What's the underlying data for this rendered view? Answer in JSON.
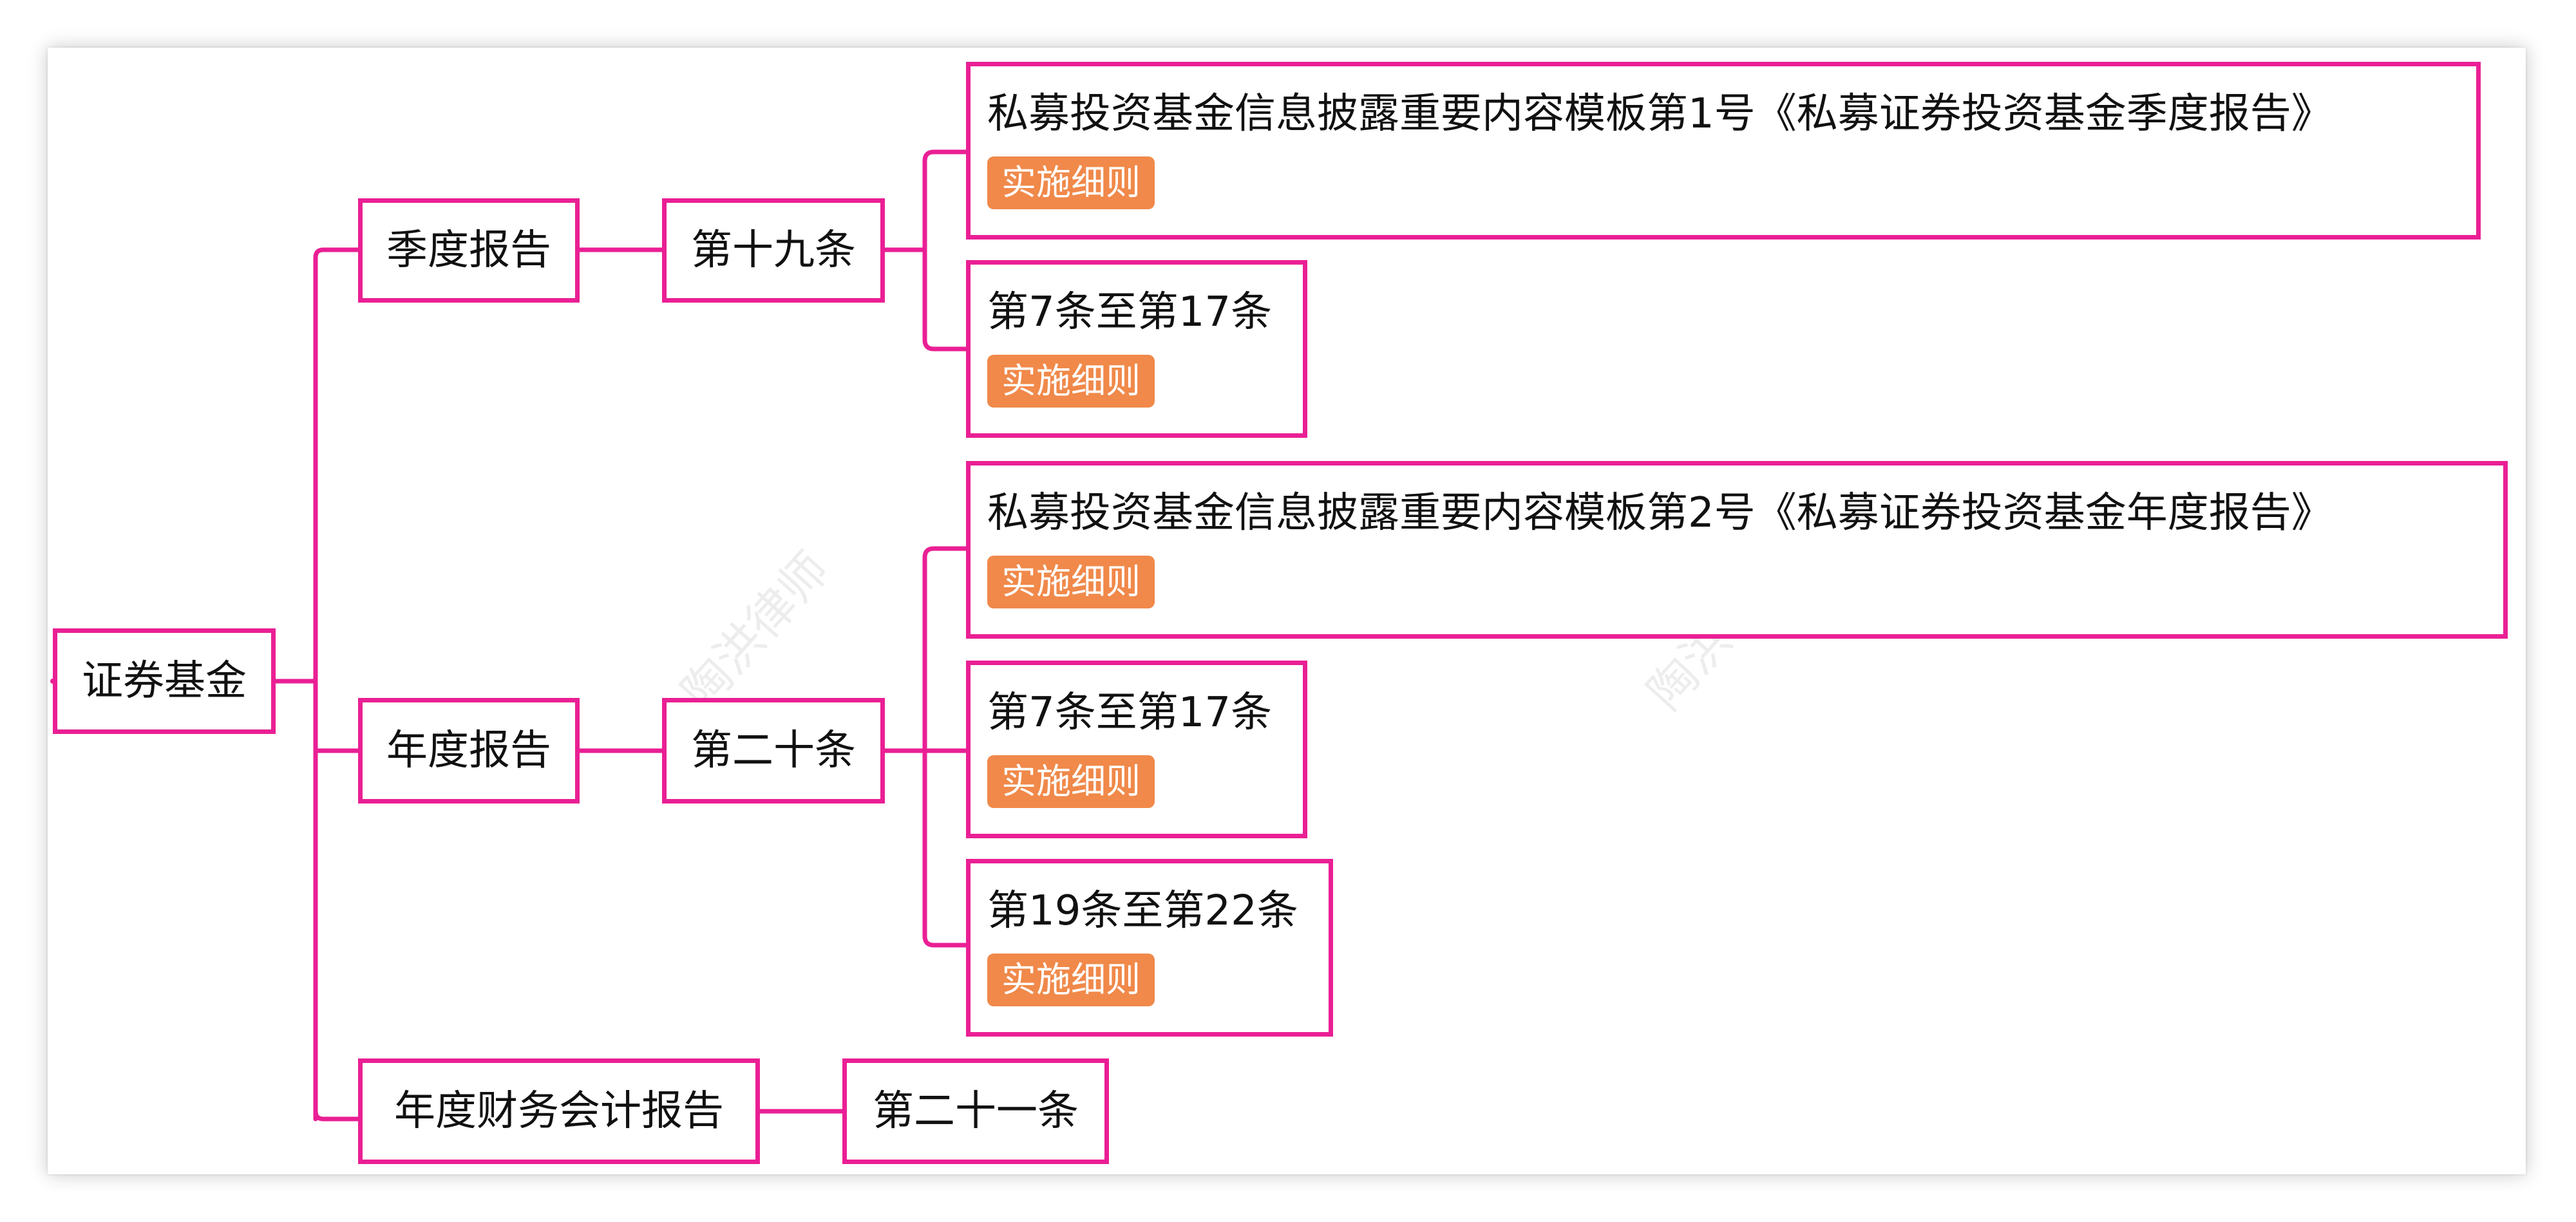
{
  "root": "证券基金",
  "branches": [
    {
      "label": "季度报告",
      "clause": "第十九条",
      "items": [
        {
          "title": "私募投资基金信息披露重要内容模板第1号《私募证券投资基金季度报告》",
          "tag": "实施细则"
        },
        {
          "title": "第7条至第17条",
          "tag": "实施细则"
        }
      ]
    },
    {
      "label": "年度报告",
      "clause": "第二十条",
      "items": [
        {
          "title": "私募投资基金信息披露重要内容模板第2号《私募证券投资基金年度报告》",
          "tag": "实施细则"
        },
        {
          "title": "第7条至第17条",
          "tag": "实施细则"
        },
        {
          "title": "第19条至第22条",
          "tag": "实施细则"
        }
      ]
    },
    {
      "label": "年度财务会计报告",
      "clause": "第二十一条",
      "items": []
    }
  ],
  "watermark": "陶洪律师",
  "colors": {
    "line": "#ea1f94",
    "tag": "#f0894a"
  }
}
